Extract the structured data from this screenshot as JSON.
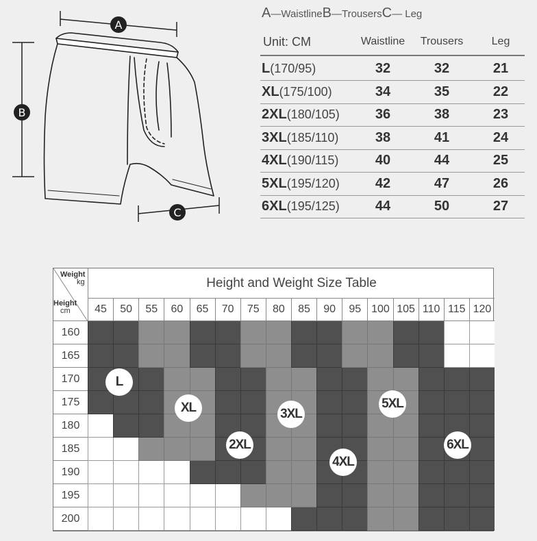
{
  "diagram": {
    "markers": {
      "A": "A",
      "B": "B",
      "C": "C"
    }
  },
  "legend": {
    "a_letter": "A",
    "a_text": "—Waistline",
    "b_letter": "B",
    "b_text": "—Trousers",
    "c_letter": "C",
    "c_text": "— Leg"
  },
  "measurements": {
    "unit_label": "Unit: CM",
    "headers": [
      "Waistline",
      "Trousers",
      "Leg"
    ],
    "rows": [
      {
        "size": "L",
        "spec": "(170/95)",
        "waist": "32",
        "trousers": "32",
        "leg": "21"
      },
      {
        "size": "XL",
        "spec": "(175/100)",
        "waist": "34",
        "trousers": "35",
        "leg": "22"
      },
      {
        "size": "2XL",
        "spec": "(180/105)",
        "waist": "36",
        "trousers": "38",
        "leg": "23"
      },
      {
        "size": "3XL",
        "spec": "(185/110)",
        "waist": "38",
        "trousers": "41",
        "leg": "24"
      },
      {
        "size": "4XL",
        "spec": "(190/115)",
        "waist": "40",
        "trousers": "44",
        "leg": "25"
      },
      {
        "size": "5XL",
        "spec": "(195/120)",
        "waist": "42",
        "trousers": "47",
        "leg": "26"
      },
      {
        "size": "6XL",
        "spec": "(195/125)",
        "waist": "44",
        "trousers": "50",
        "leg": "27"
      }
    ]
  },
  "size_grid": {
    "title": "Height and Weight Size Table",
    "corner": {
      "weight": "Weight",
      "weight_unit": "kg",
      "height": "Height",
      "height_unit": "cm"
    },
    "weights": [
      "45",
      "50",
      "55",
      "60",
      "65",
      "70",
      "75",
      "80",
      "85",
      "90",
      "95",
      "100",
      "105",
      "110",
      "115",
      "120"
    ],
    "heights": [
      "160",
      "165",
      "170",
      "175",
      "180",
      "185",
      "190",
      "195",
      "200"
    ],
    "zone_colors": {
      "dark": "#505050",
      "light": "#8e8e8e",
      "none": "#ffffff"
    },
    "size_badges": [
      "L",
      "XL",
      "2XL",
      "3XL",
      "4XL",
      "5XL",
      "6XL"
    ],
    "cells": [
      "DDLLDDLLDDLLDDNN",
      "DDLLDDLLDDLLDDNN",
      "DDDLLDDLLDDLLDDD",
      "DDDLLDDLLDDLLDDD",
      "NDDLLDDLLDDLLDDD",
      "NNLLLDDLLDDLLDDD",
      "NNNNDDDLLDDLLDDD",
      "NNNNNNLLLDDLLDDD",
      "NNNNNNNNDDDLLDDD"
    ]
  }
}
